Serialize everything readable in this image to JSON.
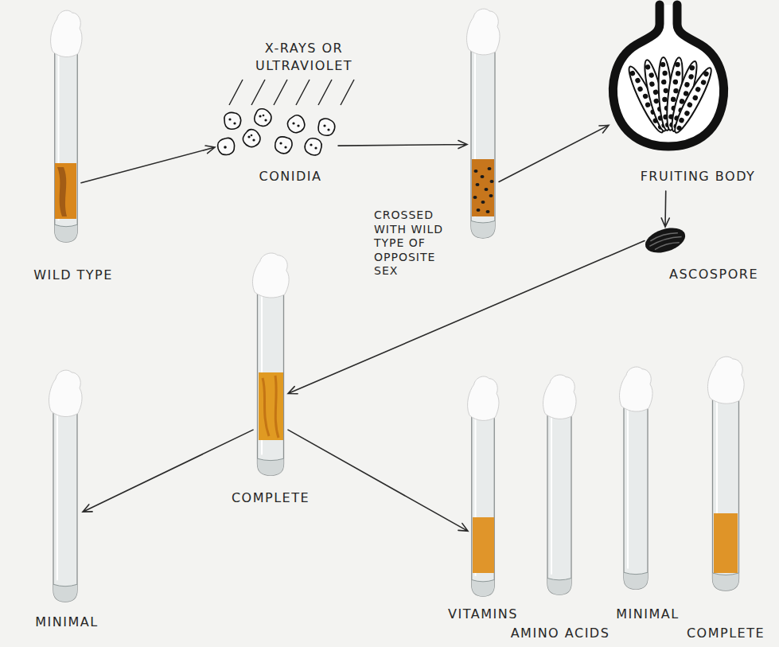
{
  "diagram": {
    "nodes": [
      {
        "text": [
          "WILD TYPE"
        ]
      },
      {
        "text": [
          "CONIDIA"
        ]
      },
      {
        "text": [
          "CROSSED WITH WILD TYPE OF OPPOSITE SEX"
        ]
      },
      {
        "text": [
          "FRUITING BODY"
        ]
      },
      {
        "text": [
          "ASCOSPORE"
        ]
      },
      {
        "text": [
          "COMPLETE"
        ]
      },
      {
        "text": [
          "MINIMAL"
        ]
      },
      {
        "text": [
          "VITAMINS"
        ]
      },
      {
        "text": [
          "AMINO ACIDS"
        ]
      },
      {
        "text": [
          "MINIMAL"
        ]
      },
      {
        "text": [
          "COMPLETE"
        ]
      }
    ],
    "edges": [
      {
        "from": 0,
        "to": 1,
        "arrow": "to"
      },
      {
        "from": 1,
        "to": 2,
        "arrow": "to"
      },
      {
        "from": 2,
        "to": 3,
        "arrow": "to"
      },
      {
        "from": 3,
        "to": 4,
        "arrow": "to"
      },
      {
        "from": 4,
        "to": 5,
        "arrow": "to"
      },
      {
        "from": 5,
        "to": 6,
        "arrow": "to"
      },
      {
        "from": 5,
        "to": 7,
        "arrow": "to"
      }
    ],
    "labels": [
      "X-RAYS OR ULTRAVIOLET"
    ]
  }
}
